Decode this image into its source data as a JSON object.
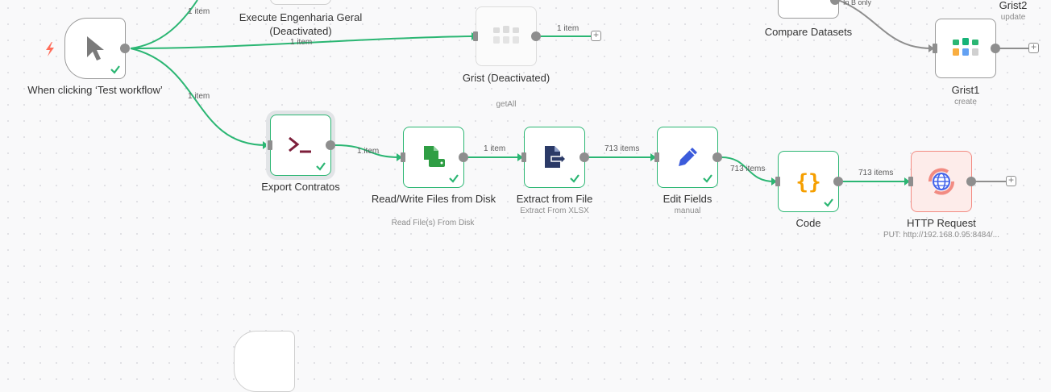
{
  "nodes": {
    "trigger": {
      "label": "When clicking ‘Test workflow’"
    },
    "execute": {
      "label": "Execute Engenharia Geral (Deactivated)"
    },
    "grist": {
      "label": "Grist (Deactivated)",
      "sub": "getAll"
    },
    "compare": {
      "label": "Compare Datasets"
    },
    "grist1": {
      "label": "Grist1",
      "sub": "create"
    },
    "grist2": {
      "label": "Grist2",
      "sub": "update"
    },
    "export": {
      "label": "Export Contratos"
    },
    "readwrite": {
      "label": "Read/Write Files from Disk",
      "sub": "Read File(s) From Disk"
    },
    "extract": {
      "label": "Extract from File",
      "sub": "Extract From XLSX"
    },
    "edit": {
      "label": "Edit Fields",
      "sub": "manual"
    },
    "code": {
      "label": "Code"
    },
    "http": {
      "label": "HTTP Request",
      "sub": "PUT: http://192.168.0.95:8484/..."
    }
  },
  "edges": {
    "trig_exec": "1 item",
    "trig_grist": "1 item",
    "grist_out": "1 item",
    "trig_export": "1 item",
    "export_rw": "1 item",
    "rw_extract": "1 item",
    "extract_edit": "713 items",
    "edit_code": "713 items",
    "code_http": "713 items",
    "compare_out": "In B only"
  },
  "colors": {
    "success": "#2bb673",
    "trigger_icon": "#ff6d5a",
    "handle": "#8e8e8e"
  }
}
